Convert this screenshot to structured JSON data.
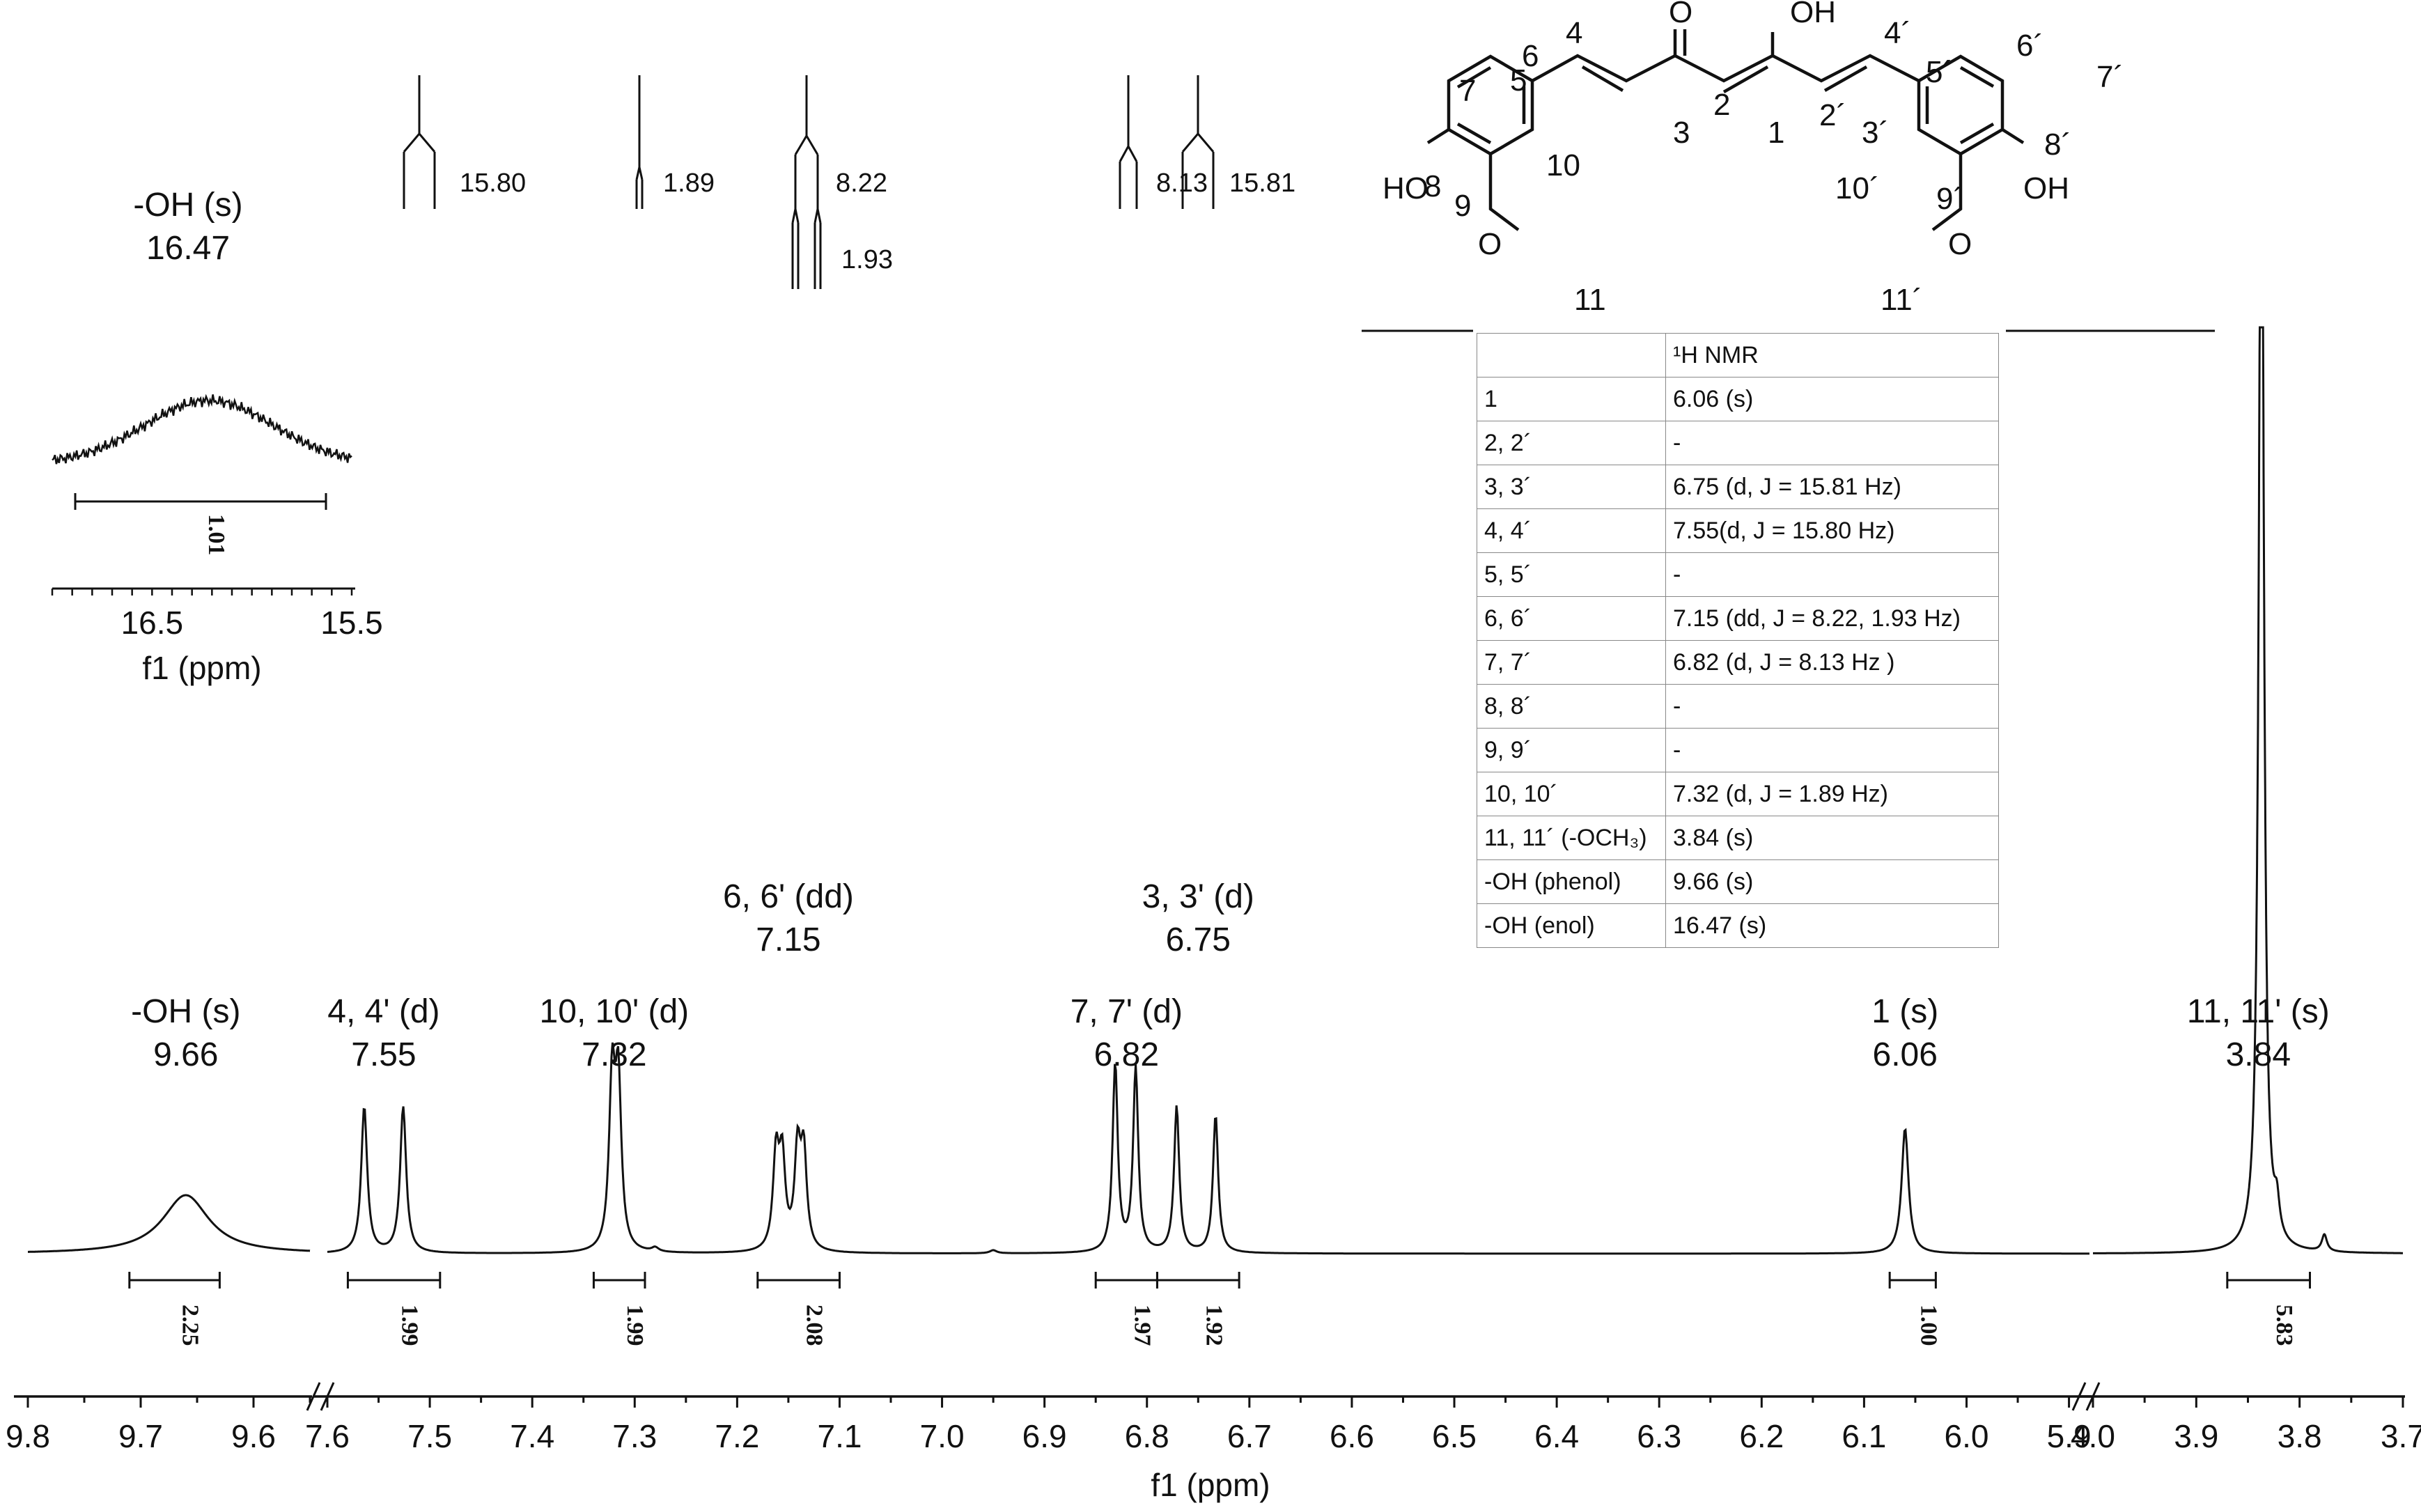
{
  "chart_data": {
    "type": "line",
    "title": "",
    "xlabel": "f1 (ppm)",
    "ylabel": "",
    "axis_segments": [
      {
        "range": [
          9.8,
          9.55
        ],
        "ticks": [
          "9.8",
          "9.7",
          "9.6"
        ],
        "tick_values": [
          9.8,
          9.7,
          9.6
        ]
      },
      {
        "range": [
          7.6,
          5.88
        ],
        "ticks": [
          "7.6",
          "7.5",
          "7.4",
          "7.3",
          "7.2",
          "7.1",
          "7.0",
          "6.9",
          "6.8",
          "6.7",
          "6.6",
          "6.5",
          "6.4",
          "6.3",
          "6.2",
          "6.1",
          "6.0",
          "5.9"
        ],
        "tick_values": [
          7.6,
          7.5,
          7.4,
          7.3,
          7.2,
          7.1,
          7.0,
          6.9,
          6.8,
          6.7,
          6.6,
          6.5,
          6.4,
          6.3,
          6.2,
          6.1,
          6.0,
          5.9
        ]
      },
      {
        "range": [
          4.0,
          3.7
        ],
        "ticks": [
          "4.0",
          "3.9",
          "3.8",
          "3.7"
        ],
        "tick_values": [
          4.0,
          3.9,
          3.8,
          3.7
        ]
      }
    ],
    "peaks": [
      {
        "ppm": 9.66,
        "height": 0.28,
        "width": 0.025
      },
      {
        "ppm": 7.564,
        "height": 0.7,
        "width": 0.0035
      },
      {
        "ppm": 7.526,
        "height": 0.7,
        "width": 0.0035
      },
      {
        "ppm": 7.322,
        "height": 0.8,
        "width": 0.0035
      },
      {
        "ppm": 7.316,
        "height": 0.78,
        "width": 0.0035
      },
      {
        "ppm": 7.162,
        "height": 0.45,
        "width": 0.0035
      },
      {
        "ppm": 7.156,
        "height": 0.42,
        "width": 0.0035
      },
      {
        "ppm": 7.141,
        "height": 0.46,
        "width": 0.0035
      },
      {
        "ppm": 7.135,
        "height": 0.45,
        "width": 0.0035
      },
      {
        "ppm": 6.831,
        "height": 0.9,
        "width": 0.003
      },
      {
        "ppm": 6.811,
        "height": 0.88,
        "width": 0.003
      },
      {
        "ppm": 6.771,
        "height": 0.7,
        "width": 0.003
      },
      {
        "ppm": 6.733,
        "height": 0.66,
        "width": 0.003
      },
      {
        "ppm": 6.95,
        "height": 0.015,
        "width": 0.004
      },
      {
        "ppm": 7.28,
        "height": 0.02,
        "width": 0.004
      },
      {
        "ppm": 6.06,
        "height": 0.6,
        "width": 0.004
      },
      {
        "ppm": 3.837,
        "height": 6.0,
        "width": 0.0028
      },
      {
        "ppm": 3.822,
        "height": 0.15,
        "width": 0.003
      },
      {
        "ppm": 3.776,
        "height": 0.08,
        "width": 0.003
      }
    ],
    "integrals": [
      {
        "from": 9.71,
        "to": 9.63,
        "label": "2.25"
      },
      {
        "from": 7.58,
        "to": 7.49,
        "label": "1.99"
      },
      {
        "from": 7.34,
        "to": 7.29,
        "label": "1.99"
      },
      {
        "from": 7.18,
        "to": 7.1,
        "label": "2.08"
      },
      {
        "from": 6.85,
        "to": 6.79,
        "label": "1.97"
      },
      {
        "from": 6.79,
        "to": 6.71,
        "label": "1.92"
      },
      {
        "from": 6.075,
        "to": 6.03,
        "label": "1.00"
      },
      {
        "from": 3.87,
        "to": 3.79,
        "label": "5.83"
      }
    ],
    "annotations": [
      {
        "name": "OH (s)",
        "text": "-OH (s)",
        "value": "9.66",
        "ppm": 9.66,
        "level": "low"
      },
      {
        "name": "4,4' (d)",
        "text": "4, 4' (d)",
        "value": "7.55",
        "ppm": 7.545,
        "level": "low"
      },
      {
        "name": "10,10' (d)",
        "text": "10, 10' (d)",
        "value": "7.32",
        "ppm": 7.32,
        "level": "low"
      },
      {
        "name": "6,6' (dd)",
        "text": "6, 6' (dd)",
        "value": "7.15",
        "ppm": 7.15,
        "level": "high"
      },
      {
        "name": "7,7' (d)",
        "text": "7, 7' (d)",
        "value": "6.82",
        "ppm": 6.82,
        "level": "low"
      },
      {
        "name": "3,3' (d)",
        "text": "3, 3' (d)",
        "value": "6.75",
        "ppm": 6.75,
        "level": "high"
      },
      {
        "name": "1 (s)",
        "text": "1 (s)",
        "value": "6.06",
        "ppm": 6.06,
        "level": "low"
      },
      {
        "name": "11,11' (s)",
        "text": "11, 11' (s)",
        "value": "3.84",
        "ppm": 3.84,
        "level": "low"
      }
    ],
    "inset": {
      "label": "-OH (s)",
      "value": "16.47",
      "xlabel": "f1 (ppm)",
      "ticks": [
        "16.5",
        "15.5"
      ],
      "tick_values": [
        16.5,
        15.5
      ],
      "range": [
        17.0,
        15.5
      ],
      "integral": "1.01"
    },
    "coupling_trees": [
      {
        "id": "4-4prime",
        "label": "15.80"
      },
      {
        "id": "10-10prime",
        "label": "1.89"
      },
      {
        "id": "6-6prime",
        "label": "8.22",
        "label2": "1.93"
      },
      {
        "id": "7-3",
        "label": "8.13",
        "label2": "15.81"
      }
    ]
  },
  "molecule": {
    "atoms": [
      "4",
      "5",
      "6",
      "7",
      "8",
      "9",
      "10",
      "11",
      "3",
      "2",
      "1",
      "2´",
      "3´",
      "4´",
      "5´",
      "6´",
      "7´",
      "8´",
      "9´",
      "10´",
      "11´",
      "O",
      "OH",
      "HO",
      "OH"
    ]
  },
  "table": {
    "header": [
      "",
      "¹H NMR"
    ],
    "rows": [
      [
        "1",
        "6.06 (s)"
      ],
      [
        "2, 2´",
        "-"
      ],
      [
        "3, 3´",
        "6.75 (d, J = 15.81 Hz)"
      ],
      [
        "4, 4´",
        "7.55(d, J = 15.80 Hz)"
      ],
      [
        "5, 5´",
        "-"
      ],
      [
        "6, 6´",
        "7.15 (dd, J = 8.22, 1.93  Hz)"
      ],
      [
        "7, 7´",
        "6.82 (d, J = 8.13 Hz )"
      ],
      [
        "8, 8´",
        "-"
      ],
      [
        "9, 9´",
        "-"
      ],
      [
        "10, 10´",
        "7.32 (d, J = 1.89 Hz)"
      ],
      [
        "11, 11´ (-OCH₃)",
        "3.84 (s)"
      ],
      [
        "-OH (phenol)",
        "9.66 (s)"
      ],
      [
        "-OH (enol)",
        "16.47 (s)"
      ]
    ]
  }
}
